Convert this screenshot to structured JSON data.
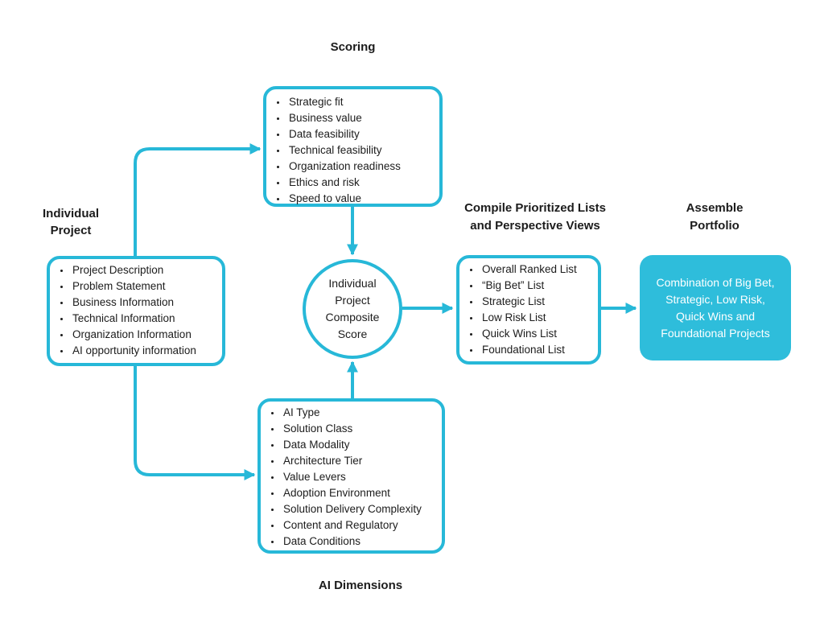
{
  "colors": {
    "accent": "#27b8d8",
    "fill": "#2ebddb",
    "text": "#1c1c1c",
    "white_text": "#ffffff"
  },
  "nodes": {
    "scoring": {
      "title": "Scoring",
      "items": [
        "Strategic fit",
        "Business value",
        "Data feasibility",
        "Technical feasibility",
        "Organization readiness",
        "Ethics and risk",
        "Speed to value"
      ]
    },
    "individual_project": {
      "title": "Individual\nProject",
      "items": [
        "Project Description",
        "Problem Statement",
        "Business Information",
        "Technical Information",
        "Organization Information",
        "AI opportunity information"
      ]
    },
    "composite_score": {
      "label": "Individual\nProject\nComposite\nScore"
    },
    "compile_lists": {
      "title": "Compile Prioritized Lists\nand Perspective Views",
      "items": [
        "Overall Ranked List",
        "“Big Bet” List",
        "Strategic List",
        "Low Risk List",
        "Quick Wins List",
        "Foundational List"
      ]
    },
    "assemble_portfolio": {
      "title": "Assemble\nPortfolio",
      "content": "Combination of Big Bet,\nStrategic, Low Risk,\nQuick Wins and\nFoundational Projects"
    },
    "ai_dimensions": {
      "title": "AI Dimensions",
      "items": [
        "AI Type",
        "Solution Class",
        "Data Modality",
        "Architecture Tier",
        "Value Levers",
        "Adoption Environment",
        "Solution Delivery Complexity",
        "Content and Regulatory",
        "Data Conditions"
      ]
    }
  },
  "edges": [
    {
      "from": "individual_project",
      "to": "scoring"
    },
    {
      "from": "individual_project",
      "to": "ai_dimensions"
    },
    {
      "from": "scoring",
      "to": "composite_score"
    },
    {
      "from": "ai_dimensions",
      "to": "composite_score"
    },
    {
      "from": "composite_score",
      "to": "compile_lists"
    },
    {
      "from": "compile_lists",
      "to": "assemble_portfolio"
    }
  ]
}
